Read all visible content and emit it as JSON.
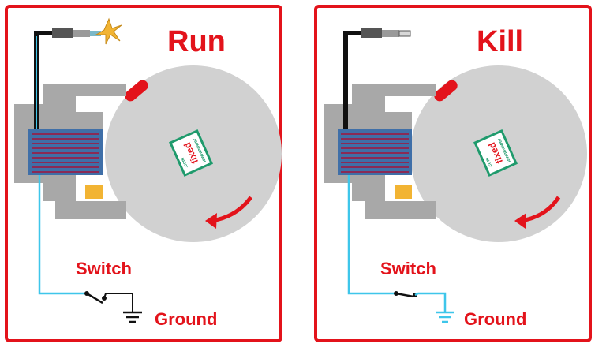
{
  "panels": [
    {
      "state": "run",
      "title": "Run",
      "switch_label": "Switch",
      "ground_label": "Ground",
      "logo": {
        "top": "lawnmower",
        "middle": "fixed",
        "bottom": ".com"
      }
    },
    {
      "state": "kill",
      "title": "Kill",
      "switch_label": "Switch",
      "ground_label": "Ground",
      "logo": {
        "top": "lawnmower",
        "middle": "fixed",
        "bottom": ".com"
      }
    }
  ],
  "colors": {
    "border": "#e3131b",
    "wire": "#3ec6ea",
    "flywheel": "#d1d1d1",
    "coil": "#3f6fa8",
    "winding": "#8a2a55",
    "lamination": "#a8a8a8",
    "spark": "#f2b433"
  }
}
